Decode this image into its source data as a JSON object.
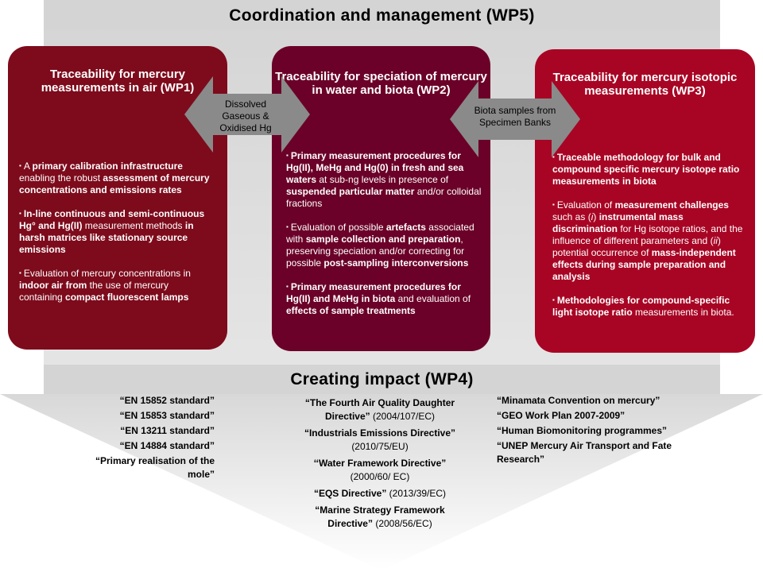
{
  "header": {
    "title": "Coordination and management (WP5)"
  },
  "wp1": {
    "title": "Traceability for mercury measurements in air (WP1)",
    "bullets": [
      [
        {
          "t": "A "
        },
        {
          "t": "primary calibration infrastructure",
          "b": true
        },
        {
          "t": " enabling the robust "
        },
        {
          "t": "assessment of mercury concentrations and emissions rates",
          "b": true
        }
      ],
      [
        {
          "t": "In-line continuous and semi-continuous Hg° and Hg(II)",
          "b": true
        },
        {
          "t": " measurement methods "
        },
        {
          "t": "in harsh matrices like stationary source emissions",
          "b": true
        }
      ],
      [
        {
          "t": "Evaluation of mercury concentrations in "
        },
        {
          "t": "indoor air from",
          "b": true
        },
        {
          "t": " the use of mercury containing "
        },
        {
          "t": "compact fluorescent lamps",
          "b": true
        }
      ]
    ]
  },
  "wp2": {
    "title": "Traceability for speciation of mercury in water and biota (WP2)",
    "bullets": [
      [
        {
          "t": "Primary measurement procedures for Hg(II), MeHg and Hg(0) in fresh and sea waters",
          "b": true
        },
        {
          "t": " at sub-ng levels in presence of "
        },
        {
          "t": "suspended particular matter",
          "b": true
        },
        {
          "t": " and/or colloidal fractions"
        }
      ],
      [
        {
          "t": "Evaluation of possible "
        },
        {
          "t": "artefacts",
          "b": true
        },
        {
          "t": " associated with "
        },
        {
          "t": "sample collection and preparation",
          "b": true
        },
        {
          "t": ", preserving speciation and/or correcting for possible "
        },
        {
          "t": "post-sampling interconversions",
          "b": true
        }
      ],
      [
        {
          "t": "Primary measurement procedures for Hg(II) and MeHg in biota",
          "b": true
        },
        {
          "t": " and evaluation of "
        },
        {
          "t": "effects of sample treatments",
          "b": true
        }
      ]
    ]
  },
  "wp3": {
    "title": "Traceability for mercury isotopic measurements (WP3)",
    "bullets": [
      [
        {
          "t": "Traceable methodology for bulk and compound specific mercury isotope ratio measurements in biota",
          "b": true
        }
      ],
      [
        {
          "t": "Evaluation of "
        },
        {
          "t": "measurement challenges",
          "b": true
        },
        {
          "t": " such as ("
        },
        {
          "t": "i",
          "i": true
        },
        {
          "t": ") "
        },
        {
          "t": "instrumental mass discrimination",
          "b": true
        },
        {
          "t": " for Hg isotope ratios, and the influence of different parameters and ("
        },
        {
          "t": "ii",
          "i": true
        },
        {
          "t": ") potential occurrence of "
        },
        {
          "t": "mass-independent effects during sample preparation and analysis",
          "b": true
        }
      ],
      [
        {
          "t": "Methodologies for compound-specific light isotope ratio",
          "b": true
        },
        {
          "t": " measurements in biota."
        }
      ]
    ]
  },
  "arrows": {
    "left_label": "Dissolved Gaseous & Oxidised Hg",
    "right_label": "Biota samples from Specimen Banks"
  },
  "impact": {
    "title": "Creating impact (WP4)",
    "left": [
      [
        {
          "t": "“EN 15852 standard”",
          "b": true
        }
      ],
      [
        {
          "t": "“EN 15853 standard”",
          "b": true
        }
      ],
      [
        {
          "t": "“EN 13211 standard”",
          "b": true
        }
      ],
      [
        {
          "t": "“EN 14884 standard”",
          "b": true
        }
      ],
      [
        {
          "t": "“Primary realisation of the mole”",
          "b": true
        }
      ]
    ],
    "middle": [
      [
        {
          "t": "“The Fourth Air Quality Daughter Directive”",
          "b": true
        },
        {
          "t": " ("
        },
        {
          "t": "2004/107/EC)"
        }
      ],
      [
        {
          "t": "“Industrials Emissions Directive”",
          "b": true
        },
        {
          "t": " (2010/75/EU)"
        }
      ],
      [
        {
          "t": "‘‘Water Framework Directive”",
          "b": true
        },
        {
          "t": " (2000/60/ EC)"
        }
      ],
      [
        {
          "t": "“EQS Directive”",
          "b": true
        },
        {
          "t": " (2013/39/EC)"
        }
      ],
      [
        {
          "t": "“Marine Strategy Framework Directive”",
          "b": true
        },
        {
          "t": " (2008/56/EC)"
        }
      ]
    ],
    "right": [
      [
        {
          "t": "“Minamata Convention on mercury”",
          "b": true
        }
      ],
      [
        {
          "t": "“GEO Work Plan 2007-2009”",
          "b": true
        }
      ],
      [
        {
          "t": "“Human Biomonitoring programmes”",
          "b": true
        }
      ],
      [
        {
          "t": "“UNEP Mercury Air Transport and Fate Research”",
          "b": true
        }
      ]
    ]
  },
  "colors": {
    "wp1": "#7d0b1c",
    "wp2": "#6b0128",
    "wp3": "#a80524",
    "bar": "#d4d4d4",
    "arrow": "#8a8a8a"
  }
}
